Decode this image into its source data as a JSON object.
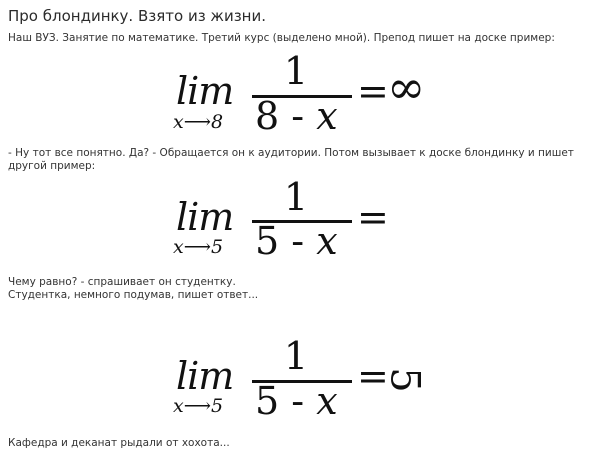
{
  "title": "Про блондинку. Взято из жизни.",
  "paragraphs": {
    "intro": "Наш ВУЗ. Занятие по математике. Третий курс (выделено мной). Препод пишет на доске пример:",
    "after_first_1": "- Ну тот все понятно. Да? - Обращается он к аудитории. Потом вызывает к доске блондинку и пишет",
    "after_first_2": "другой пример:",
    "question_1": "Чему равно? - спрашивает он студентку.",
    "question_2": "Студентка, немного подумав, пишет ответ...",
    "ending": "Кафедра и деканат рыдали от хохота..."
  },
  "formulas": {
    "f1": {
      "lim": "lim",
      "sub_var": "x",
      "sub_arrow": "⟶",
      "sub_limit": "8",
      "numerator": "1",
      "den_const": "8",
      "den_op": " - ",
      "den_var": "x",
      "equals": "=",
      "result": "∞"
    },
    "f2": {
      "lim": "lim",
      "sub_var": "x",
      "sub_arrow": "⟶",
      "sub_limit": "5",
      "numerator": "1",
      "den_const": "5",
      "den_op": " - ",
      "den_var": "x",
      "equals": "="
    },
    "f3": {
      "lim": "lim",
      "sub_var": "x",
      "sub_arrow": "⟶",
      "sub_limit": "5",
      "numerator": "1",
      "den_const": "5",
      "den_op": " - ",
      "den_var": "x",
      "equals": "=",
      "result": "5"
    }
  }
}
